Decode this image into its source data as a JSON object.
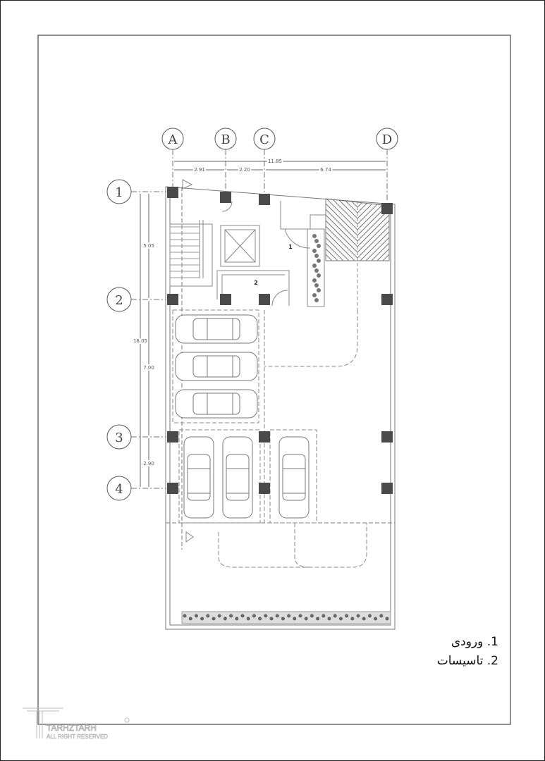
{
  "grid": {
    "columns": [
      "A",
      "B",
      "C",
      "D"
    ],
    "rows": [
      "1",
      "2",
      "3",
      "4"
    ]
  },
  "dimensions": {
    "horizontal_total": "11.85",
    "horizontal": [
      "2.91",
      "2.20",
      "6.74"
    ],
    "vertical_total": "16.05",
    "vertical": [
      "5.05",
      "7.00",
      "2.90"
    ]
  },
  "room_labels": [
    "1",
    "2"
  ],
  "legend": [
    {
      "num": "1.",
      "label": "ورودی"
    },
    {
      "num": "2.",
      "label": "تاسیسات"
    }
  ],
  "logo": {
    "name": "TARHZTARH",
    "subtitle": "ALL RIGHT RESERVED"
  },
  "colors": {
    "line": "#555555",
    "column": "#4a4a4a",
    "frame": "#222222"
  }
}
